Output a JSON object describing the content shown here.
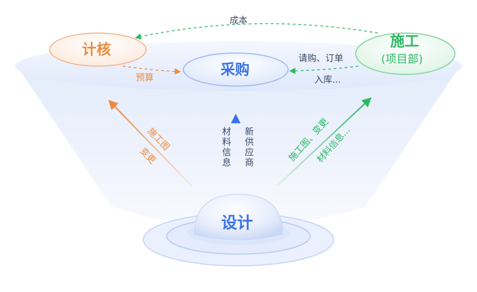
{
  "nodes": {
    "jihe": "计核",
    "caigou": "采购",
    "shigong": "施工",
    "shigong_sub": "(项目部)",
    "sheji": "设计"
  },
  "edges": {
    "chengben": "成本",
    "yusuan": "预算",
    "qinggou": "请购、订单",
    "ruku": "入库...",
    "left_line1": "施工图",
    "left_line2": "变更",
    "mid_left": "材料信息",
    "mid_right": "新供应商",
    "right_line1": "施工图、变更",
    "right_line2": "材料信息..."
  },
  "colors": {
    "orange": "#ef8a3c",
    "blue": "#3d73e6",
    "green": "#2fb866",
    "text": "#3a4a66"
  }
}
